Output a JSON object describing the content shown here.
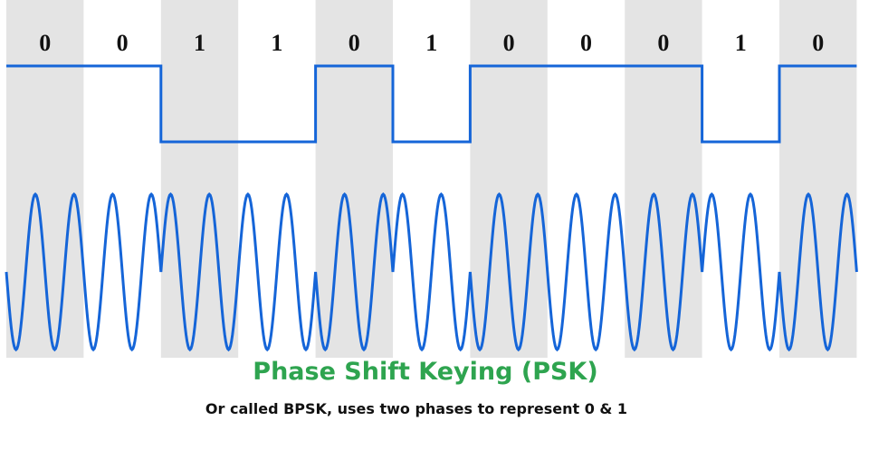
{
  "bits": [
    "0",
    "0",
    "1",
    "1",
    "0",
    "1",
    "0",
    "0",
    "0",
    "1",
    "0"
  ],
  "title": "Phase Shift Keying (PSK)",
  "subtitle": "Or called BPSK, uses two phases to represent 0 & 1",
  "colors": {
    "signal": "#1565d8",
    "title": "#2ea44f",
    "shade": "#e4e4e4"
  },
  "cycles_per_bit": 2
}
